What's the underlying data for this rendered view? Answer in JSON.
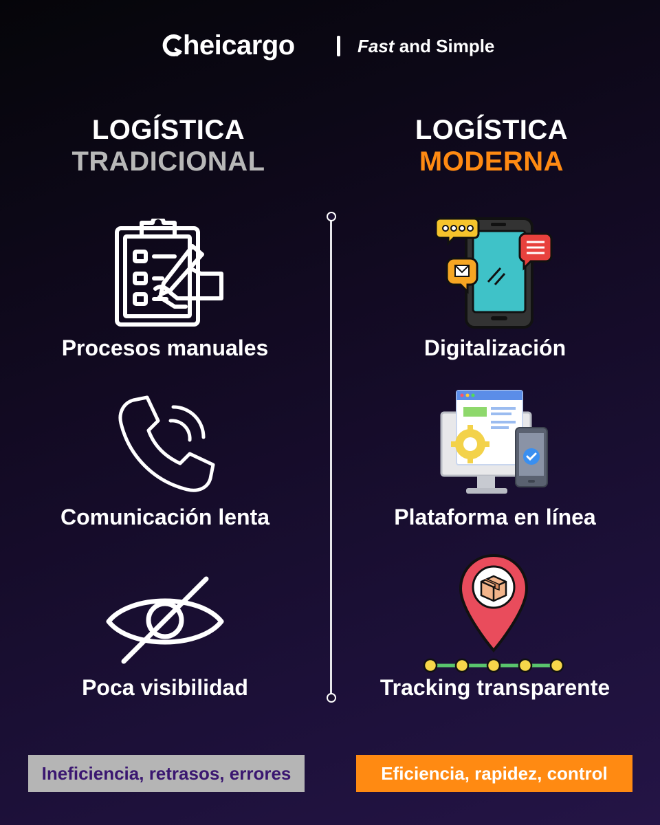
{
  "header": {
    "brand": "Cheicargo",
    "brand_rest": "heicargo",
    "tagline_fast": "Fast",
    "tagline_rest": " and Simple"
  },
  "left": {
    "title_line1": "LOGÍSTICA",
    "title_line2": "TRADICIONAL",
    "items": [
      {
        "label": "Procesos manuales",
        "icon": "clipboard-checklist-icon"
      },
      {
        "label": "Comunicación lenta",
        "icon": "phone-icon"
      },
      {
        "label": "Poca visibilidad",
        "icon": "eye-slash-icon"
      }
    ],
    "summary": "Ineficiencia, retrasos, errores"
  },
  "right": {
    "title_line1": "LOGÍSTICA",
    "title_line2": "MODERNA",
    "items": [
      {
        "label": "Digitalización",
        "icon": "smartphone-messages-icon"
      },
      {
        "label": "Plataforma en línea",
        "icon": "desktop-mobile-platform-icon"
      },
      {
        "label": "Tracking transparente",
        "icon": "map-pin-package-icon"
      }
    ],
    "summary": "Eficiencia, rapidez, control"
  },
  "colors": {
    "background_dark": "#050509",
    "background_purple": "#241446",
    "accent_orange": "#ff8a12",
    "grey": "#b5b5b5",
    "summary_left_text": "#3a1670"
  }
}
